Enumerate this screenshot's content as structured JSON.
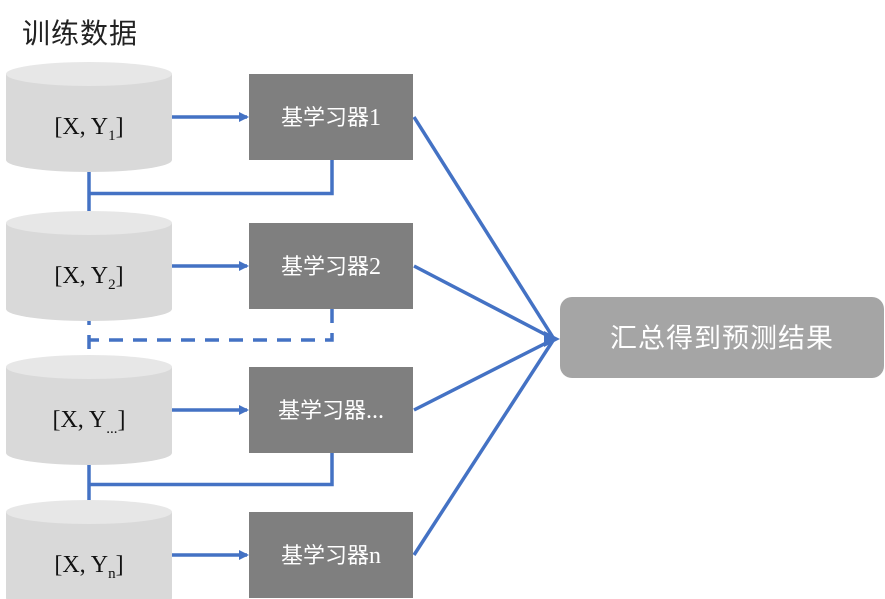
{
  "title": "训练数据",
  "colors": {
    "arrow": "#4472C4",
    "db_body": "#D9D9D9",
    "db_top": "#E7E7E7",
    "learner_box": "#7F7F7F",
    "result_box": "#A5A5A5",
    "text_light": "#FFFFFF",
    "text_dark": "#111111"
  },
  "datasets": [
    {
      "prefix": "[X, Y",
      "subscript": "1",
      "suffix": "]"
    },
    {
      "prefix": "[X, Y",
      "subscript": "2",
      "suffix": "]"
    },
    {
      "prefix": "[X, Y",
      "subscript": "...",
      "suffix": "]"
    },
    {
      "prefix": "[X, Y",
      "subscript": "n",
      "suffix": "]"
    }
  ],
  "learners": [
    {
      "label": "基学习器",
      "suffix": "1"
    },
    {
      "label": "基学习器",
      "suffix": "2"
    },
    {
      "label": "基学习器",
      "suffix": "..."
    },
    {
      "label": "基学习器",
      "suffix": "n"
    }
  ],
  "feedback_links": [
    {
      "from": "learner-1",
      "to": "dataset-2",
      "style": "solid"
    },
    {
      "from": "learner-2",
      "to": "dataset-3",
      "style": "dashed"
    },
    {
      "from": "learner-3",
      "to": "dataset-4",
      "style": "solid"
    }
  ],
  "result": {
    "label": "汇总得到预测结果"
  }
}
